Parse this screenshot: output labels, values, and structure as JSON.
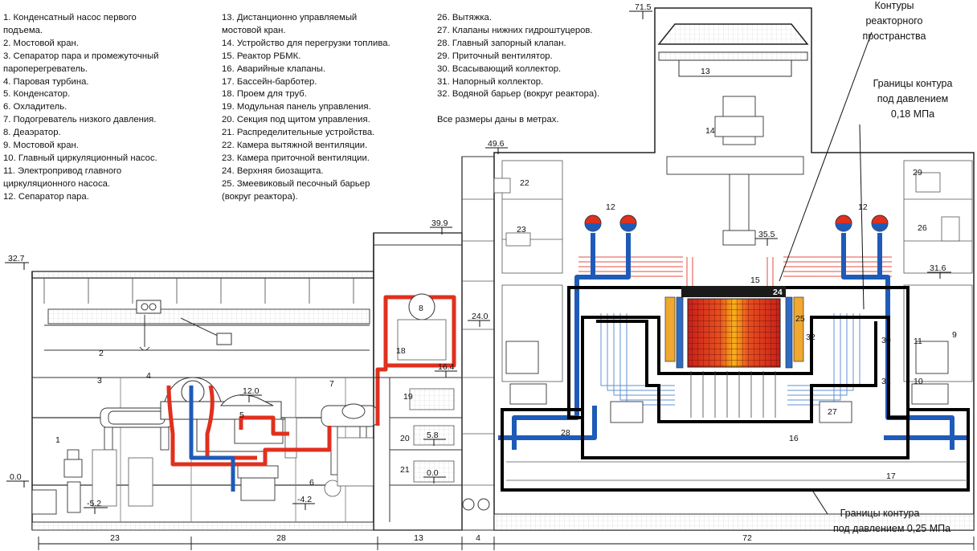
{
  "legend": {
    "col1": [
      "1. Конденсатный насос первого",
      "подъема.",
      "2. Мостовой кран.",
      "3. Сепаратор пара и промежуточный",
      "пароперегреватель.",
      "4. Паровая турбина.",
      "5. Конденсатор.",
      "6. Охладитель.",
      "7. Подогреватель низкого давления.",
      "8. Деаэратор.",
      "9. Мостовой кран.",
      "10. Главный циркуляционный насос.",
      "11. Электропривод главного",
      "циркуляционного насоса.",
      "12. Сепаратор пара."
    ],
    "col2": [
      "13. Дистанционно управляемый",
      "мостовой кран.",
      "14. Устройство для перегрузки топлива.",
      "15. Реактор РБМК.",
      "16. Аварийные клапаны.",
      "17. Бассейн-барботер.",
      "18. Проем для труб.",
      "19. Модульная панель управления.",
      "20. Секция под щитом управления.",
      "21. Распределительные устройства.",
      "22. Камера вытяжной вентиляции.",
      "23. Камера приточной вентиляции.",
      "24. Верхняя биозащита.",
      "25. Змеевиковый песочный барьер",
      "(вокруг реактора)."
    ],
    "col3": [
      "26. Вытяжка.",
      "27. Клапаны нижних гидроштуцеров.",
      "28. Главный запорный клапан.",
      "29. Приточный вентилятор.",
      "30. Всасывающий коллектор.",
      "31. Напорный коллектор.",
      "32. Водяной барьер (вокруг реактора).",
      "",
      "Все размеры даны в метрах."
    ]
  },
  "annotations": {
    "reactor_space": [
      "Контуры",
      "реакторного",
      "пространства"
    ],
    "pressure_018": [
      "Границы контура",
      "под давлением",
      "0,18 МПа"
    ],
    "pressure_025": [
      "Границы контура",
      "под давлением 0,25 МПа"
    ]
  },
  "elevations": [
    "71.5",
    "49.6",
    "39.9",
    "35.5",
    "32.7",
    "31.6",
    "24.0",
    "16.4",
    "12.0",
    "5.8",
    "0.0",
    "0.0",
    "-4.2",
    "-5.2"
  ],
  "dimensions": [
    "23",
    "28",
    "13",
    "4",
    "72"
  ],
  "callouts": [
    "1",
    "2",
    "3",
    "4",
    "5",
    "6",
    "7",
    "8",
    "9",
    "10",
    "11",
    "12",
    "12",
    "13",
    "14",
    "15",
    "16",
    "17",
    "18",
    "19",
    "20",
    "21",
    "22",
    "23",
    "24",
    "25",
    "26",
    "27",
    "28",
    "29",
    "30",
    "31",
    "32"
  ],
  "colors": {
    "steam": "#e0301e",
    "water": "#1e5bb8",
    "boundary": "#000000",
    "reactor_hot": "#d8281a",
    "reactor_warm": "#f6b21a",
    "sand_barrier": "#f0a830",
    "water_barrier": "#2e6cc4"
  }
}
